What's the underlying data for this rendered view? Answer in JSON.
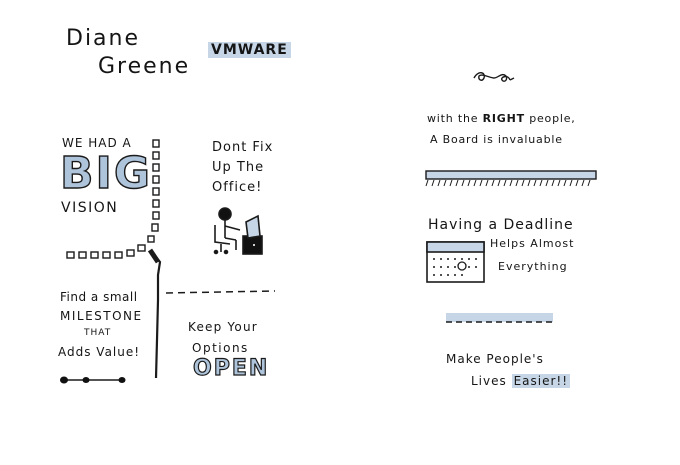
{
  "left_page": {
    "name_line1": "Diane",
    "name_line2": "Greene",
    "company": "VMWARE",
    "vision": {
      "line1": "WE HAD A",
      "big_word": "BIG",
      "line3": "VISION"
    },
    "office": {
      "line1": "Dont Fix",
      "line2": "Up The",
      "line3": "Office!"
    },
    "milestone": {
      "line1": "Find a small",
      "line2": "MILESTONE",
      "line3": "THAT",
      "line4": "Adds Value!"
    },
    "options": {
      "line1": "Keep Your",
      "line2": "Options",
      "big_word": "OPEN"
    }
  },
  "right_page": {
    "board": {
      "prefix": "with the ",
      "emphasis": "RIGHT",
      "suffix": " people,",
      "line2": "A Board is invaluable"
    },
    "deadline": {
      "line1": "Having a Deadline",
      "line2": "Helps Almost",
      "line3": "Everything"
    },
    "people": {
      "line1": "Make People's",
      "line2_prefix": "Lives ",
      "line2_highlight": "Easier!!"
    }
  },
  "colors": {
    "ink": "#151515",
    "highlight_blue": "#c6d6e6",
    "letter_fill_blue": "#aec4db"
  }
}
